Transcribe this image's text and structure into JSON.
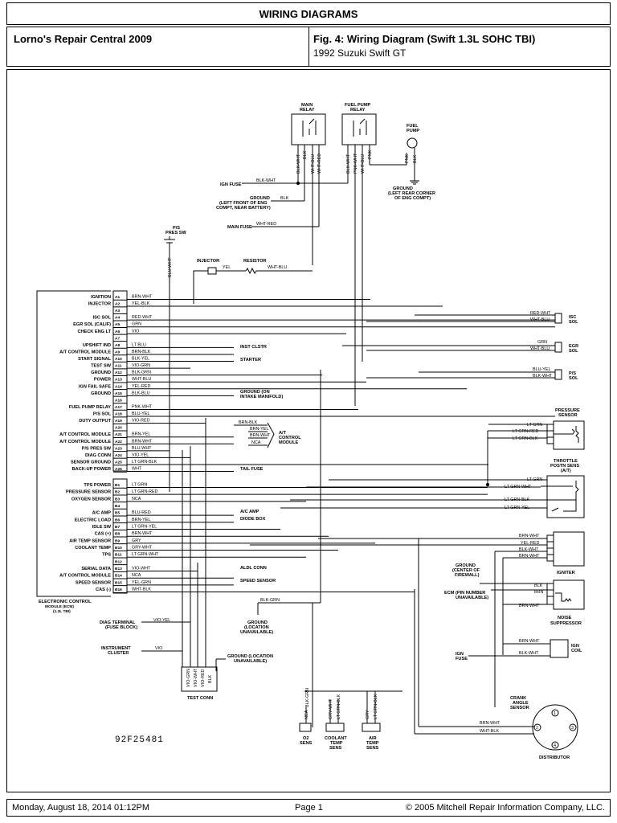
{
  "header": {
    "title": "WIRING DIAGRAMS",
    "source": "Lorno's Repair Central 2009",
    "figure": "Fig. 4: Wiring Diagram (Swift 1.3L SOHC TBI)",
    "vehicle": "1992 Suzuki Swift GT"
  },
  "footer": {
    "datetime": "Monday, August 18, 2014  01:12PM",
    "page": "Page 1",
    "copyright": "© 2005 Mitchell Repair Information Company, LLC."
  },
  "ecm": {
    "title": "ELECTRONIC CONTROL",
    "title2": "MODULE (ECM)",
    "title3": "(1.3L TBI)",
    "pins": [
      {
        "pin": "A1",
        "label": "IGNITION",
        "wire": "BRN-WHT"
      },
      {
        "pin": "A2",
        "label": "INJECTOR",
        "wire": "YEL-BLK"
      },
      {
        "pin": "A3",
        "label": "",
        "wire": ""
      },
      {
        "pin": "A4",
        "label": "ISC SOL",
        "wire": "RED-WHT"
      },
      {
        "pin": "A5",
        "label": "EGR SOL (CALIF)",
        "wire": "GRN"
      },
      {
        "pin": "A6",
        "label": "CHECK ENG LT",
        "wire": "VIO"
      },
      {
        "pin": "A7",
        "label": "",
        "wire": ""
      },
      {
        "pin": "A8",
        "label": "UPSHIFT IND",
        "wire": "LT BLU"
      },
      {
        "pin": "A9",
        "label": "A/T CONTROL MODULE",
        "wire": "BRN-BLK"
      },
      {
        "pin": "A10",
        "label": "START SIGNAL",
        "wire": "BLK-YEL"
      },
      {
        "pin": "A11",
        "label": "TEST SW",
        "wire": "VIO-GRN"
      },
      {
        "pin": "A12",
        "label": "GROUND",
        "wire": "BLK-GRN"
      },
      {
        "pin": "A13",
        "label": "POWER",
        "wire": "WHT-BLU"
      },
      {
        "pin": "A14",
        "label": "IGN FAIL SAFE",
        "wire": "YEL-RED"
      },
      {
        "pin": "A15",
        "label": "GROUND",
        "wire": "BLK-BLU"
      },
      {
        "pin": "A16",
        "label": "",
        "wire": ""
      },
      {
        "pin": "A17",
        "label": "FUEL PUMP RELAY",
        "wire": "PNK-WHT"
      },
      {
        "pin": "A18",
        "label": "P/S SOL",
        "wire": "BLU-YEL"
      },
      {
        "pin": "A19",
        "label": "DUTY OUTPUT",
        "wire": "VIO-RED"
      },
      {
        "pin": "A20",
        "label": "",
        "wire": ""
      },
      {
        "pin": "A21",
        "label": "A/T CONTROL MODULE",
        "wire": "BRN-YEL"
      },
      {
        "pin": "A22",
        "label": "A/T CONTROL MODULE",
        "wire": "BRN-WHT"
      },
      {
        "pin": "A23",
        "label": "P/S PRES SW",
        "wire": "BLU-WHT"
      },
      {
        "pin": "A24",
        "label": "DIAG CONN",
        "wire": "VIO-YEL"
      },
      {
        "pin": "A25",
        "label": "SENSOR GROUND",
        "wire": "LT GRN-BLK"
      },
      {
        "pin": "A26",
        "label": "BACK-UP POWER",
        "wire": "WHT"
      },
      {
        "pin": "B1",
        "label": "TPS POWER",
        "wire": "LT GRN"
      },
      {
        "pin": "B2",
        "label": "PRESSURE SENSOR",
        "wire": "LT GRN-RED"
      },
      {
        "pin": "B3",
        "label": "OXYGEN SENSOR",
        "wire": "NCA"
      },
      {
        "pin": "B4",
        "label": "",
        "wire": ""
      },
      {
        "pin": "B5",
        "label": "A/C AMP",
        "wire": "BLU-RED"
      },
      {
        "pin": "B6",
        "label": "ELECTRIC LOAD",
        "wire": "BRN-YEL"
      },
      {
        "pin": "B7",
        "label": "IDLE SW",
        "wire": "LT GRN-YEL"
      },
      {
        "pin": "B8",
        "label": "CAS (+)",
        "wire": "BRN-WHT"
      },
      {
        "pin": "B9",
        "label": "AIR TEMP SENSOR",
        "wire": "GRY"
      },
      {
        "pin": "B10",
        "label": "COOLANT TEMP",
        "wire": "GRY-WHT"
      },
      {
        "pin": "B11",
        "label": "TPS",
        "wire": "LT GRN-WHT"
      },
      {
        "pin": "B12",
        "label": "",
        "wire": ""
      },
      {
        "pin": "B13",
        "label": "SERIAL DATA",
        "wire": "VIO-WHT"
      },
      {
        "pin": "B14",
        "label": "A/T CONTROL MODULE",
        "wire": "NCA"
      },
      {
        "pin": "B15",
        "label": "SPEED SENSOR",
        "wire": "YEL-GRN"
      },
      {
        "pin": "B16",
        "label": "CAS (-)",
        "wire": "WHT-BLK"
      }
    ]
  },
  "components": {
    "main_relay": [
      "MAIN",
      "RELAY"
    ],
    "main_relay_wires": [
      "BLK-WHT",
      "BLK",
      "WHT-BLU",
      "WHT-RED"
    ],
    "fuel_pump_relay": [
      "FUEL PUMP",
      "RELAY"
    ],
    "fuel_pump_relay_wires": [
      "BLK-WHT",
      "PNK-WHT",
      "WHT-BLU",
      "PNK"
    ],
    "fuel_pump": [
      "FUEL",
      "PUMP"
    ],
    "fuel_pump_wires": [
      "PNK",
      "BLK"
    ],
    "ground_rear": [
      "GROUND",
      "(LEFT REAR CORNER",
      "OF ENG COMPT)"
    ],
    "ign_fuse": "IGN FUSE",
    "ign_fuse_wire": "BLK-WHT",
    "ground_front": [
      "GROUND",
      "(LEFT FRONT OF ENG",
      "COMPT, NEAR BATTERY)"
    ],
    "ground_front_wire": "BLK",
    "main_fuse": "MAIN FUSE",
    "main_fuse_wire": "WHT-RED",
    "ps_pres_sw": [
      "P/S",
      "PRES SW"
    ],
    "ps_pres_sw_wire": "BLU-WHT",
    "injector": "INJECTOR",
    "injector_wire": "YEL",
    "resistor": "RESISTOR",
    "resistor_wire": "WHT-BLU",
    "inst_clstr": "INST CLSTR",
    "starter": "STARTER",
    "ground_intake": [
      "GROUND (ON",
      "INTAKE MANIFOLD)"
    ],
    "at_module": [
      "A/T",
      "CONTROL",
      "MODULE"
    ],
    "at_module_wires": [
      "BRN-BLK",
      "BRN-YEL",
      "BRN-WHT",
      "NCA"
    ],
    "tail_fuse": "TAIL FUSE",
    "ac_amp": "A/C AMP",
    "diode_box": "DIODE BOX",
    "aldl_conn": "ALDL CONN",
    "speed_sensor": "SPEED SENSOR",
    "isc_sol": [
      "ISC",
      "SOL"
    ],
    "isc_wires": [
      "RED-WHT",
      "WHT-BLU"
    ],
    "egr_sol": [
      "EGR",
      "SOL"
    ],
    "egr_wires": [
      "GRN",
      "WHT-BLU"
    ],
    "ps_sol": [
      "P/S",
      "SOL"
    ],
    "ps_wires": [
      "BLU-YEL",
      "BLK-WHT"
    ],
    "pressure_sensor": [
      "PRESSURE",
      "SENSOR"
    ],
    "pressure_wires": [
      "LT GRN",
      "LT GRN-RED",
      "LT GRN-BLK"
    ],
    "tps": [
      "THROTTLE",
      "POSTN SENS",
      "(A/T)"
    ],
    "tps_wires": [
      "LT GRN",
      "LT GRN-WHT",
      "LT GRN-BLK",
      "LT GRN-YEL"
    ],
    "igniter": "IGNITER",
    "igniter_wires": [
      "BRN-WHT",
      "YEL-RED",
      "BLK-WHT",
      "BRN-WHT"
    ],
    "ground_firewall": [
      "GROUND",
      "(CENTER OF",
      "FIREWALL)"
    ],
    "ecm_pin_unavail": [
      "ECM (PIN NUMBER",
      "UNAVAILABLE)"
    ],
    "noise_suppressor": [
      "NOISE",
      "SUPPRESSOR"
    ],
    "noise_wires": [
      "BLK",
      "BRN",
      "BRN-WHT"
    ],
    "ign_coil": [
      "IGN",
      "COIL"
    ],
    "ign_coil_fuse": [
      "IGN",
      "FUSE"
    ],
    "ign_coil_wires": [
      "BRN-WHT",
      "BLK-WHT"
    ],
    "crank_angle": [
      "CRANK",
      "ANGLE",
      "SENSOR"
    ],
    "crank_wires": [
      "BRN-WHT",
      "WHT-BLK"
    ],
    "distributor": "DISTRIBUTOR",
    "dist_pins": [
      "1",
      "2",
      "3",
      "4"
    ],
    "ground_unavail1": [
      "GROUND",
      "(LOCATION",
      "UNAVAILABLE)"
    ],
    "ground_unavail1_wire": "BLK-GRN",
    "diag_terminal": [
      "DIAG TERMINAL",
      "(FUSE BLOCK)"
    ],
    "diag_wire": "VIO-YEL",
    "inst_cluster": [
      "INSTRUMENT",
      "CLUSTER"
    ],
    "inst_cluster_wire": "VIO",
    "ground_unavail2": [
      "GROUND (LOCATION",
      "UNAVAILABLE)"
    ],
    "test_conn": "TEST CONN",
    "test_conn_wires": [
      "VIO-GRN",
      "VIO-WHT",
      "VIO-RED",
      "BLK"
    ],
    "blk_grn": "BLK-GRN",
    "o2_sens": [
      "O2",
      "SENS"
    ],
    "o2_wire": "NCA",
    "coolant_sens": [
      "COOLANT",
      "TEMP",
      "SENS"
    ],
    "coolant_wires": [
      "GRY-WHT",
      "LT GRN-BLK"
    ],
    "air_sens": [
      "AIR",
      "TEMP",
      "SENS"
    ],
    "air_wires": [
      "GRY",
      "LT GRN-BLK"
    ],
    "fig_id": "92F25481"
  }
}
